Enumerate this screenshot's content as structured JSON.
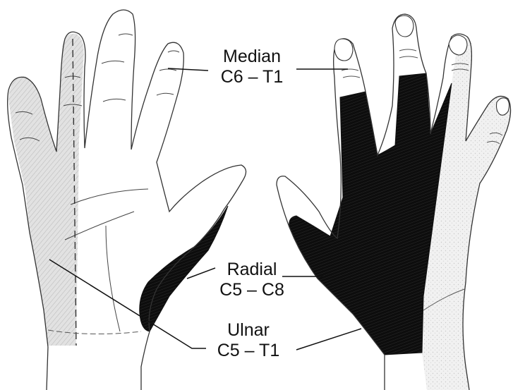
{
  "labels": {
    "median": {
      "name": "Median",
      "roots": "C6 – T1"
    },
    "radial": {
      "name": "Radial",
      "roots": "C5 – C8"
    },
    "ulnar": {
      "name": "Ulnar",
      "roots": "C5 – T1"
    }
  },
  "colors": {
    "ulnar_region": "#dcdcdc",
    "radial_region": "#111111",
    "outline": "#333333",
    "background": "#ffffff"
  }
}
